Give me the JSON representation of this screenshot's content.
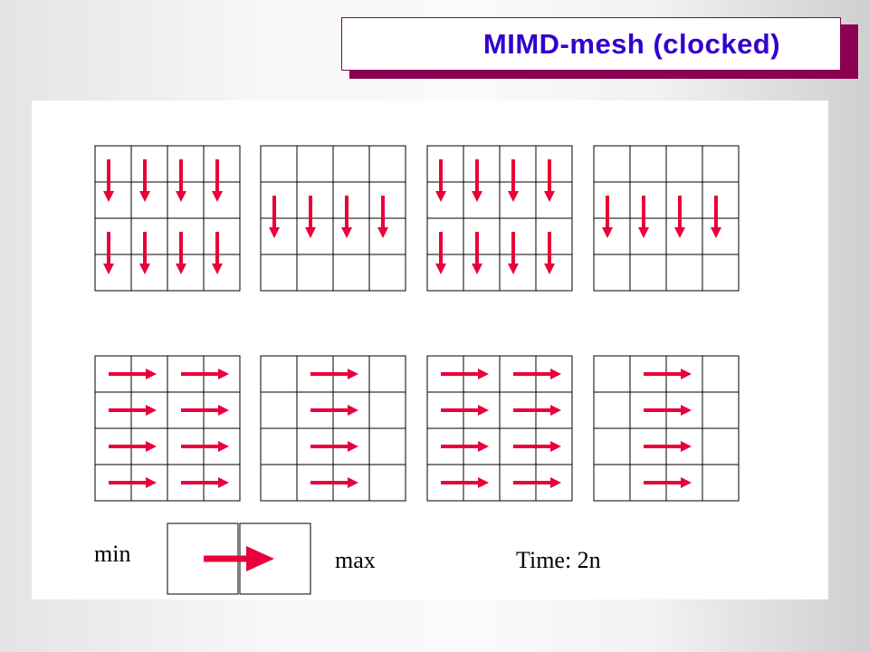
{
  "title": "MIMD-mesh (clocked)",
  "legend": {
    "min_label": "min",
    "max_label": "max"
  },
  "time_label": "Time: 2n",
  "colors": {
    "arrow": "#e8003a",
    "title_text": "#3300cc",
    "title_shadow": "#8a0052"
  },
  "grids": [
    {
      "row": 1,
      "arrow_direction": "down",
      "arrow_rows": [
        0,
        2
      ],
      "arrow_cols": [
        0,
        1,
        2,
        3
      ]
    },
    {
      "row": 1,
      "arrow_direction": "down",
      "arrow_rows": [
        1
      ],
      "arrow_cols": [
        0,
        1,
        2,
        3
      ]
    },
    {
      "row": 1,
      "arrow_direction": "down",
      "arrow_rows": [
        0,
        2
      ],
      "arrow_cols": [
        0,
        1,
        2,
        3
      ]
    },
    {
      "row": 1,
      "arrow_direction": "down",
      "arrow_rows": [
        1
      ],
      "arrow_cols": [
        0,
        1,
        2,
        3
      ]
    },
    {
      "row": 2,
      "arrow_direction": "right",
      "arrow_rows": [
        0,
        1,
        2,
        3
      ],
      "arrow_cols": [
        0,
        2
      ]
    },
    {
      "row": 2,
      "arrow_direction": "right",
      "arrow_rows": [
        0,
        1,
        2,
        3
      ],
      "arrow_cols": [
        1
      ]
    },
    {
      "row": 2,
      "arrow_direction": "right",
      "arrow_rows": [
        0,
        1,
        2,
        3
      ],
      "arrow_cols": [
        0,
        2
      ]
    },
    {
      "row": 2,
      "arrow_direction": "right",
      "arrow_rows": [
        0,
        1,
        2,
        3
      ],
      "arrow_cols": [
        1
      ]
    }
  ]
}
